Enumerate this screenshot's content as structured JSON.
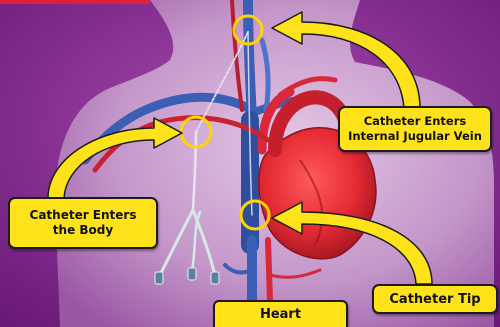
{
  "labels": {
    "jugular": "Catheter Enters\nInternal Jugular Vein",
    "body": "Catheter Enters\nthe Body",
    "heart": "Heart",
    "tip": "Catheter Tip"
  },
  "colors": {
    "background": "#8c2a96",
    "torso": "#c49ac9",
    "vein_blue": "#3a5fb4",
    "artery_red": "#d8283a",
    "heart_red": "#e42a33",
    "label_yellow": "#ffe21a",
    "callout_ring": "#ffd400"
  },
  "icons": [
    "callout-arrow",
    "callout-ring"
  ]
}
